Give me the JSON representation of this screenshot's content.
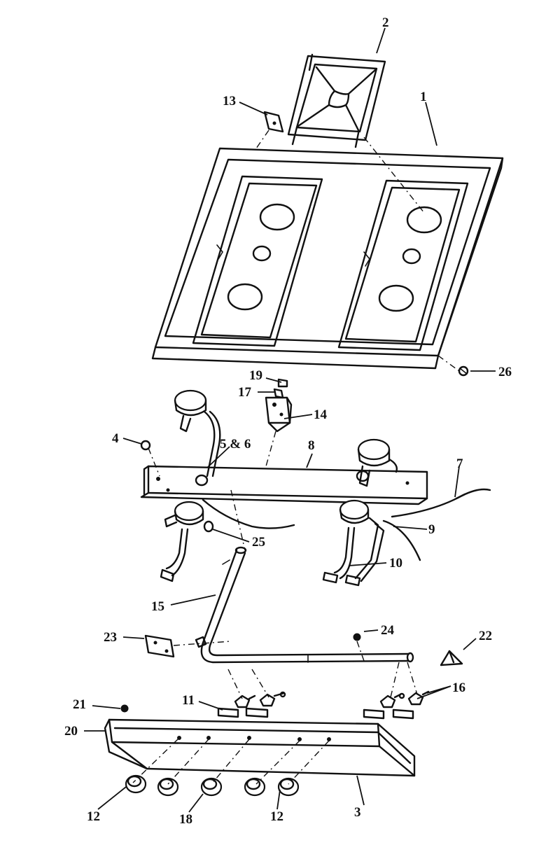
{
  "callouts": {
    "c1": "1",
    "c2": "2",
    "c3": "3",
    "c4": "4",
    "c5_6": "5 & 6",
    "c7": "7",
    "c8": "8",
    "c9": "9",
    "c10": "10",
    "c11": "11",
    "c12a": "12",
    "c12b": "12",
    "c13": "13",
    "c14": "14",
    "c15": "15",
    "c16": "16",
    "c17": "17",
    "c18": "18",
    "c19": "19",
    "c20": "20",
    "c21": "21",
    "c22": "22",
    "c23": "23",
    "c24": "24",
    "c25": "25",
    "c26": "26"
  }
}
